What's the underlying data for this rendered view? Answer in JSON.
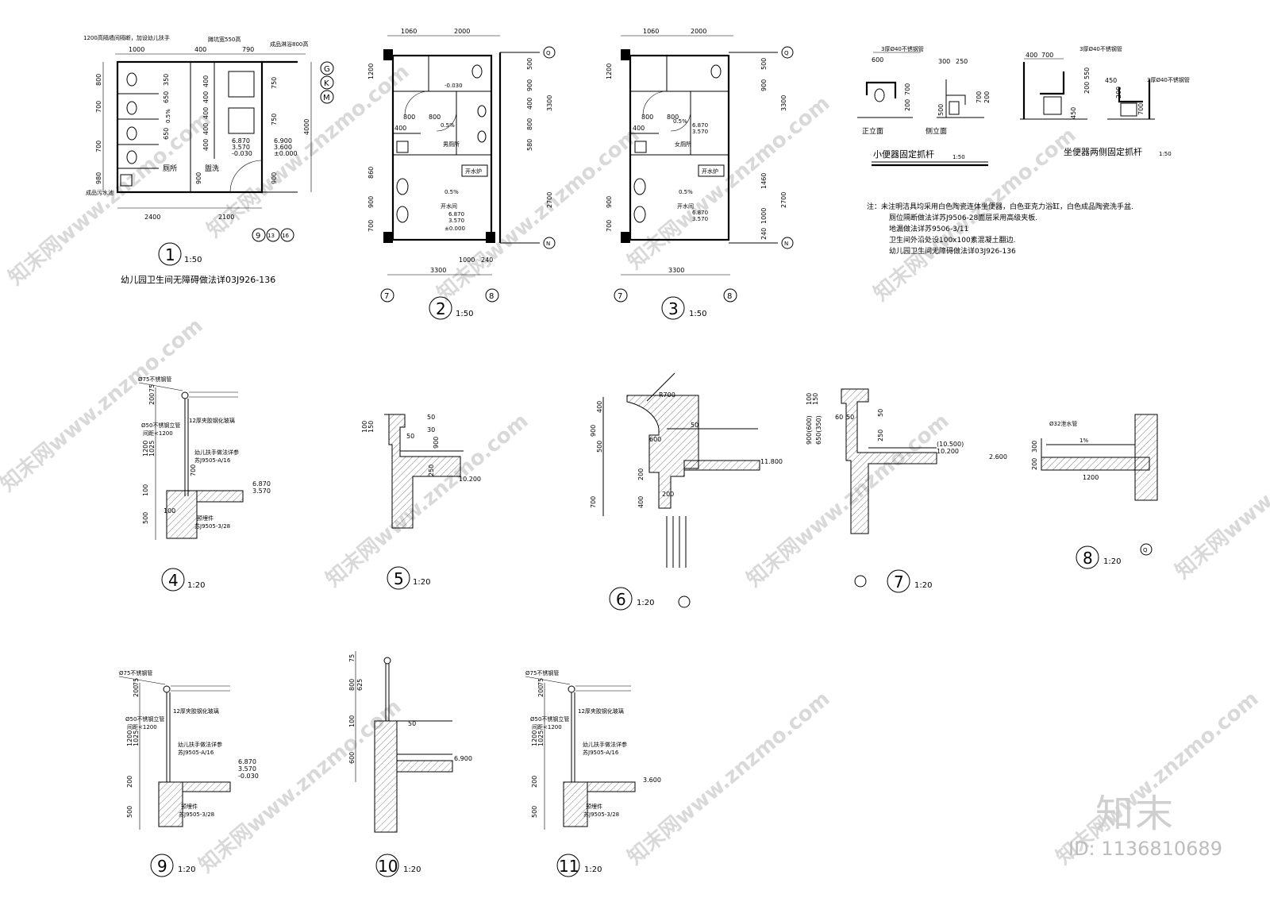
{
  "sheet": {
    "d1": {
      "num": "1",
      "scale": "1:50",
      "caption": "幼儿园卫生间无障碍做法详03J926-136",
      "labels": [
        "1200高隔墙间隔断，加设幼儿扶手",
        "蹲坑宽550高",
        "成品淋浴800高",
        "成品污水池",
        "厕所",
        "盥洗"
      ],
      "dims": [
        "1000",
        "400",
        "790",
        "800",
        "700",
        "700",
        "980",
        "350",
        "650",
        "650",
        "750",
        "750",
        "400",
        "400",
        "400",
        "400",
        "400",
        "4000",
        "900",
        "900",
        "2400",
        "2100"
      ],
      "elev": [
        "6.870",
        "3.570",
        "-0.030",
        "6.900",
        "3.600",
        "±0.000"
      ],
      "slope": "0.5%",
      "axes_right": [
        "G",
        "K",
        "M"
      ],
      "axes_bottom": [
        "9",
        "13",
        "16"
      ]
    },
    "d2": {
      "num": "2",
      "scale": "1:50",
      "rooms": [
        "男厕所",
        "开水间",
        "开水炉"
      ],
      "dims": [
        "1060",
        "2000",
        "1200",
        "800",
        "800",
        "400",
        "860",
        "900",
        "700",
        "500",
        "900",
        "400",
        "800",
        "580",
        "3300",
        "2700",
        "1000",
        "240",
        "3300"
      ],
      "elev": [
        "-0.030",
        "6.870",
        "3.570",
        "±0.000"
      ],
      "slope": "0.5%",
      "axes": [
        "Q",
        "N",
        "7",
        "8"
      ]
    },
    "d3": {
      "num": "3",
      "scale": "1:50",
      "rooms": [
        "女厕所",
        "开水间",
        "开水炉"
      ],
      "dims": [
        "1060",
        "2000",
        "1200",
        "800",
        "800",
        "400",
        "900",
        "700",
        "500",
        "900",
        "3300",
        "1460",
        "1000",
        "240",
        "2700",
        "3300"
      ],
      "elev": [
        "6.870",
        "3.570",
        "6.870",
        "3.570"
      ],
      "slope": "0.5%",
      "axes": [
        "Q",
        "N",
        "7",
        "8"
      ]
    },
    "urinal": {
      "title": "小便器固定抓杆",
      "scale": "1:50",
      "pipe": "3厚Ø40不锈钢管",
      "views": [
        "正立面",
        "侧立面"
      ],
      "dims": [
        "600",
        "300",
        "250",
        "500",
        "700",
        "200",
        "700",
        "200"
      ]
    },
    "toilet": {
      "title": "坐便器两侧固定抓杆",
      "scale": "1:50",
      "pipe1": "3厚Ø40不锈钢管",
      "pipe2": "3厚Ø40不锈钢管",
      "dims": [
        "400",
        "700",
        "450",
        "200",
        "550",
        "200",
        "450",
        "700"
      ]
    },
    "notes": [
      "注：未注明洁具均采用白色陶瓷连体坐便器，白色亚克力浴缸，白色成品陶瓷洗手盆.",
      "厕位隔断做法详苏J9506-28面层采用高级夹板.",
      "地漏做法详苏9506-3/11",
      "卫生间外沿处设100x100素混凝土翻边.",
      "幼儿园卫生间无障碍做法详03J926-136"
    ],
    "d4": {
      "num": "4",
      "scale": "1:20",
      "labels": [
        "Ø75不锈钢管",
        "Ø50不锈钢立管",
        "间距<1200",
        "12厚夹胶钢化玻璃",
        "幼儿扶手做法详参",
        "苏J9505-A/16",
        "预埋件",
        "苏J9505-3/28"
      ],
      "dims": [
        "75",
        "200",
        "1200",
        "1025",
        "700",
        "100",
        "500",
        "100"
      ],
      "elev": [
        "6.870",
        "3.570"
      ]
    },
    "d5": {
      "num": "5",
      "scale": "1:20",
      "dims": [
        "100",
        "150",
        "50",
        "30",
        "900",
        "250",
        "50"
      ],
      "elev": [
        "10.200"
      ]
    },
    "d6": {
      "num": "6",
      "scale": "1:20",
      "dims": [
        "400",
        "900",
        "500",
        "600",
        "200",
        "200",
        "400",
        "700",
        "R700",
        "50"
      ],
      "elev": [
        "11.800"
      ]
    },
    "d7": {
      "num": "7",
      "scale": "1:20",
      "dims": [
        "100",
        "150",
        "900(600)",
        "650(350)",
        "60",
        "50",
        "250",
        "50"
      ],
      "elev": [
        "(10.500)",
        "10.200"
      ]
    },
    "d8": {
      "num": "8",
      "scale": "1:20",
      "labels": [
        "Ø32泄水管"
      ],
      "dims": [
        "300",
        "200",
        "1200"
      ],
      "slope": "1%",
      "elev": [
        "2.600"
      ],
      "axis": "Q"
    },
    "d9": {
      "num": "9",
      "scale": "1:20",
      "labels": [
        "Ø75不锈钢管",
        "Ø50不锈钢立管",
        "间距<1200",
        "12厚夹胶钢化玻璃",
        "幼儿扶手做法详参",
        "苏J9505-A/16",
        "预埋件",
        "苏J9505-3/28"
      ],
      "dims": [
        "75",
        "200",
        "1200",
        "1025",
        "200",
        "500"
      ],
      "elev": [
        "6.870",
        "3.570",
        "-0.030"
      ]
    },
    "d10": {
      "num": "10",
      "scale": "1:20",
      "dims": [
        "75",
        "800",
        "625",
        "100",
        "600",
        "50"
      ],
      "elev": [
        "6.900"
      ]
    },
    "d11": {
      "num": "11",
      "scale": "1:20",
      "labels": [
        "Ø75不锈钢管",
        "Ø50不锈钢立管",
        "间距<1200",
        "12厚夹胶钢化玻璃",
        "幼儿扶手做法详参",
        "苏J9505-A/16",
        "预埋件",
        "苏J9505-3/28"
      ],
      "dims": [
        "75",
        "200",
        "1200",
        "1025",
        "200",
        "500"
      ],
      "elev": [
        "3.600"
      ]
    },
    "watermark": "知末网www.znzmo.com",
    "brand": "知末",
    "id": "ID: 1136810689"
  }
}
